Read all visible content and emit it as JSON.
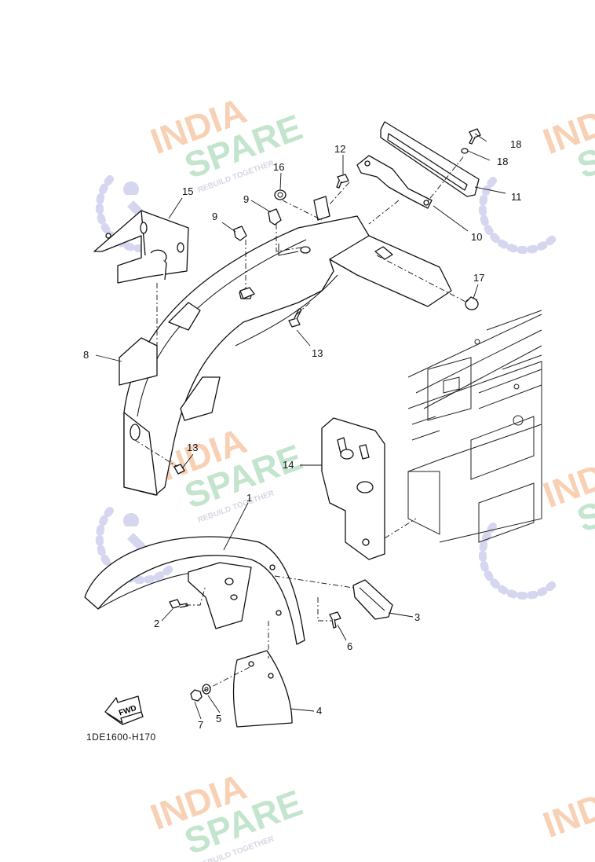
{
  "diagram": {
    "drawing_code": "1DE1600-H170",
    "fwd_label": "FWD",
    "watermark": {
      "line1": "INDIA",
      "line2": "SPARE",
      "tagline": "REBUILD TOGETHER",
      "colors": {
        "india": "#f7c9a8",
        "spare": "#b9e0c4",
        "tagline": "#cfcfe0",
        "icon": "#cfcfee"
      }
    },
    "callouts": [
      {
        "id": "c1",
        "label": "1"
      },
      {
        "id": "c2",
        "label": "2"
      },
      {
        "id": "c3",
        "label": "3"
      },
      {
        "id": "c4",
        "label": "4"
      },
      {
        "id": "c5",
        "label": "5"
      },
      {
        "id": "c6",
        "label": "6"
      },
      {
        "id": "c7",
        "label": "7"
      },
      {
        "id": "c8",
        "label": "8"
      },
      {
        "id": "c9a",
        "label": "9"
      },
      {
        "id": "c9b",
        "label": "9"
      },
      {
        "id": "c10",
        "label": "10"
      },
      {
        "id": "c11",
        "label": "11"
      },
      {
        "id": "c12",
        "label": "12"
      },
      {
        "id": "c13a",
        "label": "13"
      },
      {
        "id": "c13b",
        "label": "13"
      },
      {
        "id": "c14",
        "label": "14"
      },
      {
        "id": "c15",
        "label": "15"
      },
      {
        "id": "c16",
        "label": "16"
      },
      {
        "id": "c17",
        "label": "17"
      },
      {
        "id": "c18a",
        "label": "18"
      },
      {
        "id": "c18b",
        "label": "18"
      }
    ]
  }
}
